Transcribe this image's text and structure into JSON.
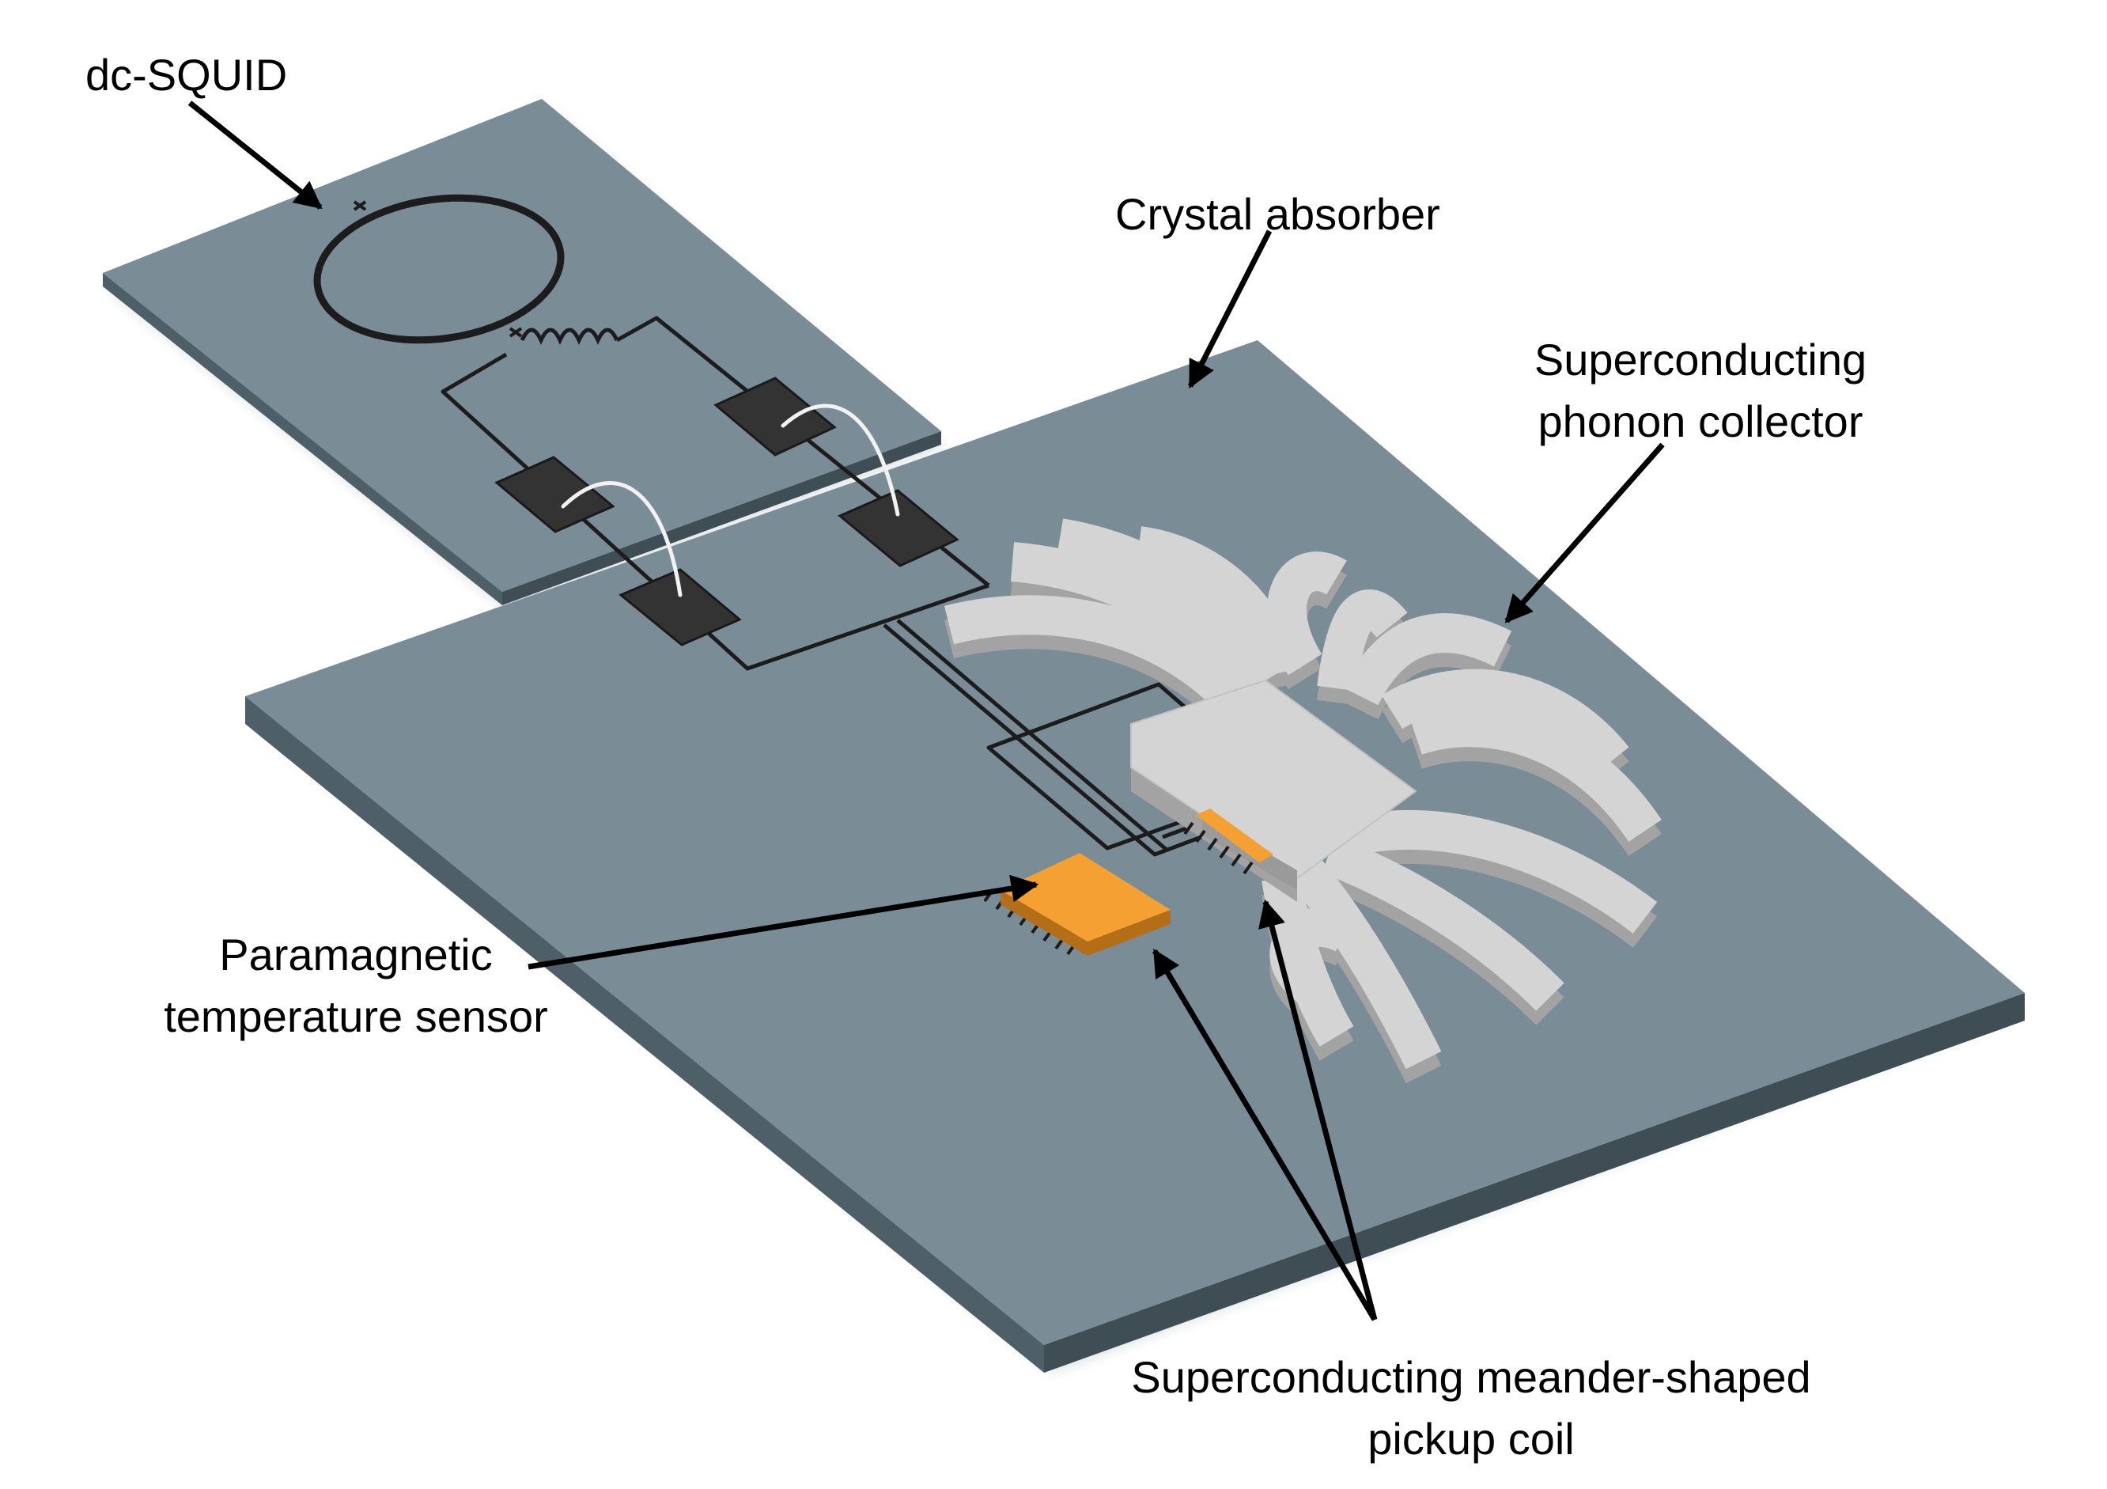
{
  "labels": {
    "dc_squid": "dc-SQUID",
    "crystal_absorber": "Crystal absorber",
    "phonon_collector": [
      "Superconducting",
      "phonon collector"
    ],
    "temperature_sensor": [
      "Paramagnetic",
      "temperature sensor"
    ],
    "pickup_coil": [
      "Superconducting meander-shaped",
      "pickup coil"
    ]
  },
  "colors": {
    "substrate_top": "#7a8c96",
    "substrate_side": "#4f5f68",
    "phonon_collector": "#d4d4d4",
    "phonon_collector_side": "#a3a3a3",
    "sensor": "#f5a033",
    "traces": "#1c1c1c",
    "pads": "#333333",
    "bond_wire": "#f2f2f2",
    "arrows": "#000000"
  }
}
